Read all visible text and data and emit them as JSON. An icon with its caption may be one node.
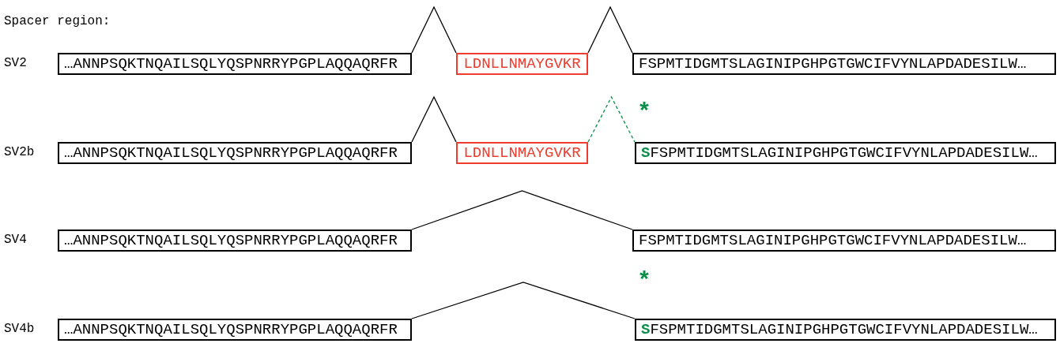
{
  "diagram": {
    "title": "Spacer region:",
    "nodes": [
      {
        "text": [
          "…ANNPSQKTNQAILSQLYQSPNRRYPGPLAQQAQRFR"
        ]
      },
      {
        "text": [
          "LDNLLNMAYGVKR"
        ]
      },
      {
        "text": [
          "FSPMTIDGMTSLAGINIPGHPGTGWCIFVYNLAPDADESILW…"
        ]
      },
      {
        "text": [
          "…ANNPSQKTNQAILSQLYQSPNRRYPGPLAQQAQRFR"
        ]
      },
      {
        "text": [
          "LDNLLNMAYGVKR"
        ]
      },
      {
        "text": [
          "**S**FSPMTIDGMTSLAGINIPGHPGTGWCIFVYNLAPDADESILW…"
        ]
      },
      {
        "text": [
          "…ANNPSQKTNQAILSQLYQSPNRRYPGPLAQQAQRFR"
        ]
      },
      {
        "text": [
          "FSPMTIDGMTSLAGINIPGHPGTGWCIFVYNLAPDADESILW…"
        ]
      },
      {
        "text": [
          "…ANNPSQKTNQAILSQLYQSPNRRYPGPLAQQAQRFR"
        ]
      },
      {
        "text": [
          "**S**FSPMTIDGMTSLAGINIPGHPGTGWCIFVYNLAPDADESILW…"
        ]
      }
    ],
    "edges": [
      {
        "from": 0,
        "to": 1,
        "arrow": "none"
      },
      {
        "from": 1,
        "to": 2,
        "arrow": "none"
      },
      {
        "from": 3,
        "to": 4,
        "arrow": "none"
      },
      {
        "from": 4,
        "to": 5,
        "arrow": "none",
        "style": "dashed",
        "color": "#0a8f4a"
      },
      {
        "from": 6,
        "to": 7,
        "arrow": "none"
      },
      {
        "from": 8,
        "to": 9,
        "arrow": "none"
      }
    ],
    "labels": [
      "SV2",
      "*",
      "SV2b",
      "SV4",
      "*",
      "SV4b"
    ]
  }
}
